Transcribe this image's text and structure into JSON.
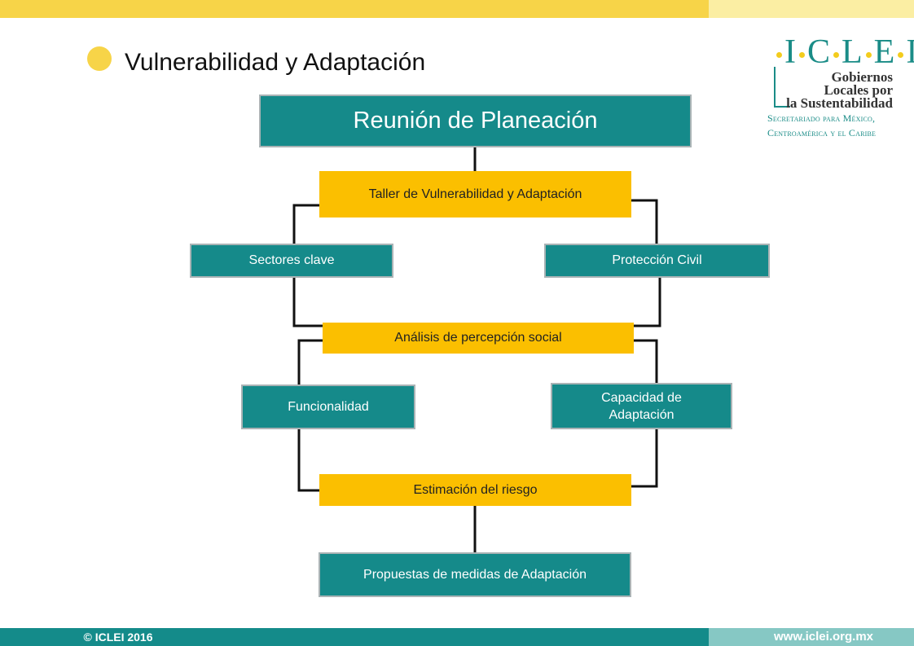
{
  "header": {
    "title": "Vulnerabilidad y Adaptación"
  },
  "logo": {
    "letters": [
      "I",
      "C",
      "L",
      "E",
      "I"
    ],
    "line1": "Gobiernos",
    "line2": "Locales por",
    "line3": "la Sustentabilidad",
    "secretariat_line1": "Secretariado para México,",
    "secretariat_line2": "Centroamérica y el Caribe"
  },
  "diagram": {
    "reunion": "Reunión de Planeación",
    "taller": "Taller de Vulnerabilidad y Adaptación",
    "sectores": "Sectores clave",
    "proteccion": "Protección Civil",
    "analisis": "Análisis de percepción social",
    "funcionalidad": "Funcionalidad",
    "capacidad": "Capacidad de Adaptación",
    "estimacion": "Estimación del riesgo",
    "propuestas": "Propuestas de medidas de Adaptación"
  },
  "footer": {
    "copyright": "© ICLEI 2016",
    "website": "www.iclei.org.mx"
  },
  "colors": {
    "teal": "#158a8a",
    "yellow_box": "#fbbf00",
    "accent_yellow": "#f7d448"
  }
}
